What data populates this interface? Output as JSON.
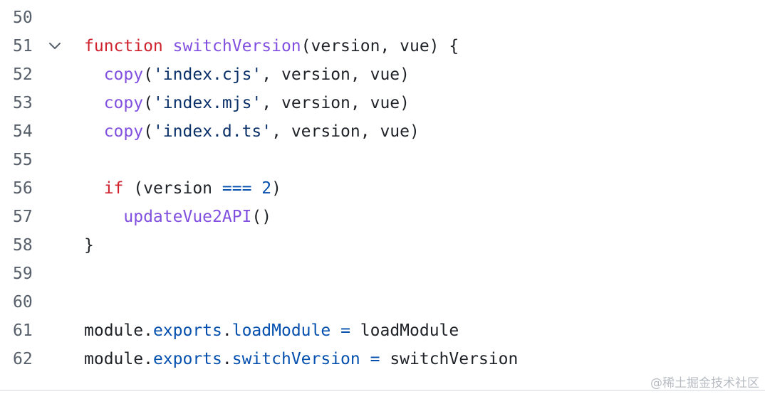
{
  "colors": {
    "background": "#ffffff",
    "line_number": "#57606a",
    "plain": "#1f2328",
    "keyword": "#cf222e",
    "function": "#8250df",
    "string": "#0a3069",
    "property": "#0550ae",
    "operator": "#0550ae",
    "number": "#0550ae"
  },
  "editor": {
    "lines": [
      {
        "number": "50",
        "tokens": []
      },
      {
        "number": "51",
        "fold_icon": "chevron-down-icon",
        "tokens": [
          {
            "t": "keyword",
            "v": "function"
          },
          {
            "t": "plain",
            "v": " "
          },
          {
            "t": "func",
            "v": "switchVersion"
          },
          {
            "t": "plain",
            "v": "(version, vue) {"
          }
        ]
      },
      {
        "number": "52",
        "tokens": [
          {
            "t": "plain",
            "v": "  "
          },
          {
            "t": "func",
            "v": "copy"
          },
          {
            "t": "plain",
            "v": "("
          },
          {
            "t": "string",
            "v": "'index.cjs'"
          },
          {
            "t": "plain",
            "v": ", version, vue)"
          }
        ]
      },
      {
        "number": "53",
        "tokens": [
          {
            "t": "plain",
            "v": "  "
          },
          {
            "t": "func",
            "v": "copy"
          },
          {
            "t": "plain",
            "v": "("
          },
          {
            "t": "string",
            "v": "'index.mjs'"
          },
          {
            "t": "plain",
            "v": ", version, vue)"
          }
        ]
      },
      {
        "number": "54",
        "tokens": [
          {
            "t": "plain",
            "v": "  "
          },
          {
            "t": "func",
            "v": "copy"
          },
          {
            "t": "plain",
            "v": "("
          },
          {
            "t": "string",
            "v": "'index.d.ts'"
          },
          {
            "t": "plain",
            "v": ", version, vue)"
          }
        ]
      },
      {
        "number": "55",
        "tokens": []
      },
      {
        "number": "56",
        "tokens": [
          {
            "t": "plain",
            "v": "  "
          },
          {
            "t": "keyword",
            "v": "if"
          },
          {
            "t": "plain",
            "v": " (version "
          },
          {
            "t": "op",
            "v": "==="
          },
          {
            "t": "plain",
            "v": " "
          },
          {
            "t": "num",
            "v": "2"
          },
          {
            "t": "plain",
            "v": ")"
          }
        ]
      },
      {
        "number": "57",
        "tokens": [
          {
            "t": "plain",
            "v": "    "
          },
          {
            "t": "func",
            "v": "updateVue2API"
          },
          {
            "t": "plain",
            "v": "()"
          }
        ]
      },
      {
        "number": "58",
        "tokens": [
          {
            "t": "plain",
            "v": "}"
          }
        ]
      },
      {
        "number": "59",
        "tokens": []
      },
      {
        "number": "60",
        "tokens": []
      },
      {
        "number": "61",
        "tokens": [
          {
            "t": "plain",
            "v": "module."
          },
          {
            "t": "prop",
            "v": "exports"
          },
          {
            "t": "plain",
            "v": "."
          },
          {
            "t": "prop",
            "v": "loadModule"
          },
          {
            "t": "plain",
            "v": " "
          },
          {
            "t": "op",
            "v": "="
          },
          {
            "t": "plain",
            "v": " loadModule"
          }
        ]
      },
      {
        "number": "62",
        "tokens": [
          {
            "t": "plain",
            "v": "module."
          },
          {
            "t": "prop",
            "v": "exports"
          },
          {
            "t": "plain",
            "v": "."
          },
          {
            "t": "prop",
            "v": "switchVersion"
          },
          {
            "t": "plain",
            "v": " "
          },
          {
            "t": "op",
            "v": "="
          },
          {
            "t": "plain",
            "v": " switchVersion"
          }
        ]
      }
    ]
  },
  "watermark": "@稀土掘金技术社区"
}
